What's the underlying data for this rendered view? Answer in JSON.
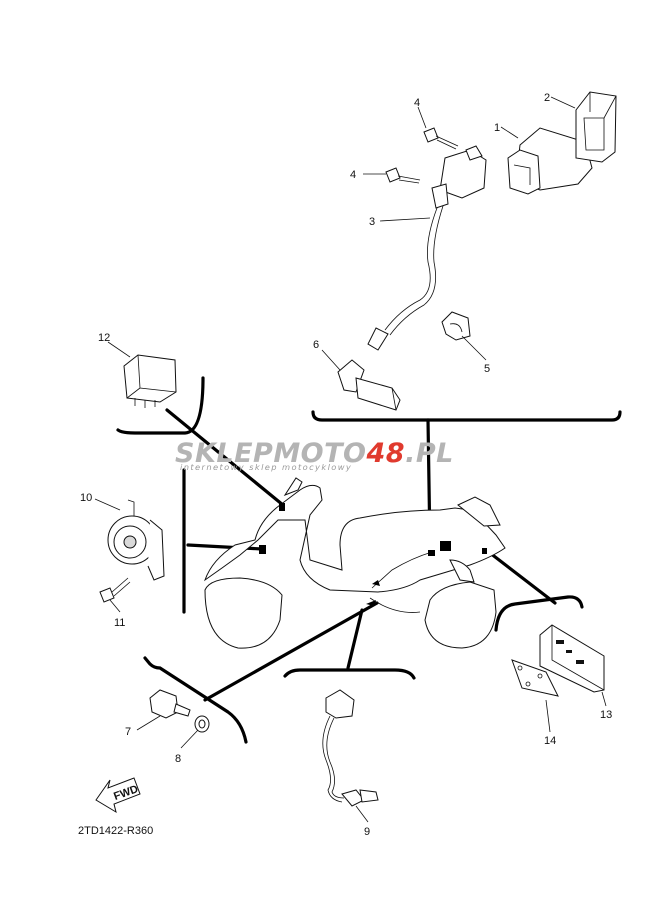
{
  "watermark": {
    "brand_grey_1": "SKLEP",
    "brand_grey_2": "MOTO",
    "brand_red": "48",
    "brand_tail": ".PL",
    "tagline": "internetowy sklep motocyklowy",
    "color_grey": "#b4b4b4",
    "color_red": "#e03a2e"
  },
  "callouts": [
    {
      "id": "callout-1",
      "label": "1"
    },
    {
      "id": "callout-2",
      "label": "2"
    },
    {
      "id": "callout-3",
      "label": "3"
    },
    {
      "id": "callout-4a",
      "label": "4"
    },
    {
      "id": "callout-4b",
      "label": "4"
    },
    {
      "id": "callout-5",
      "label": "5"
    },
    {
      "id": "callout-6",
      "label": "6"
    },
    {
      "id": "callout-7",
      "label": "7"
    },
    {
      "id": "callout-8",
      "label": "8"
    },
    {
      "id": "callout-9",
      "label": "9"
    },
    {
      "id": "callout-10",
      "label": "10"
    },
    {
      "id": "callout-11",
      "label": "11"
    },
    {
      "id": "callout-12",
      "label": "12"
    },
    {
      "id": "callout-13",
      "label": "13"
    },
    {
      "id": "callout-14",
      "label": "14"
    }
  ],
  "fwd_label": "FWD",
  "diagram_code": "2TD1422-R360"
}
